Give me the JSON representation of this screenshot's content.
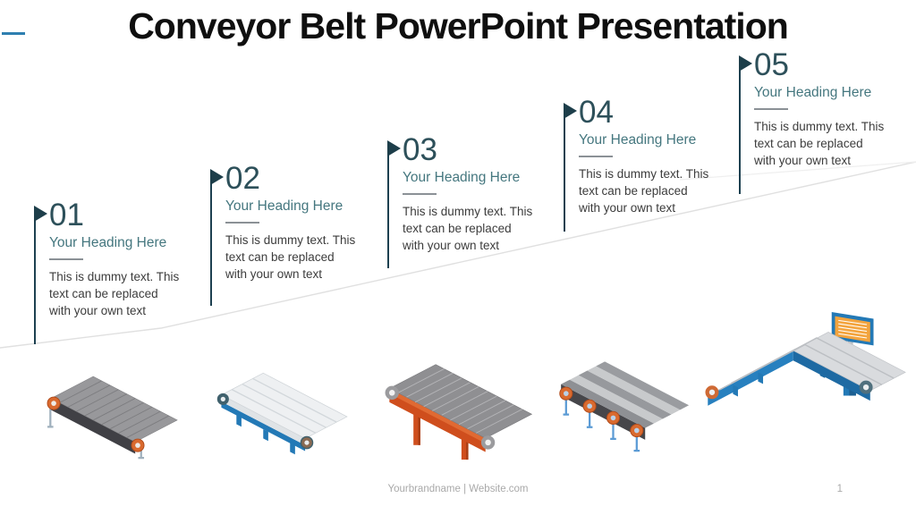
{
  "slide": {
    "title": "Conveyor Belt PowerPoint Presentation",
    "footer_brand": "Yourbrandname | Website.com",
    "page_number": "1"
  },
  "steps": [
    {
      "number": "01",
      "heading": "Your Heading Here",
      "body": "This is dummy text. This\ntext can be replaced\nwith your own text",
      "illustration": "flat-belt-conveyor-gray-orange-rollers"
    },
    {
      "number": "02",
      "heading": "Your Heading Here",
      "body": "This is dummy text. This\ntext can be replaced\nwith your own text",
      "illustration": "ribbed-belt-conveyor-white-blue-frame"
    },
    {
      "number": "03",
      "heading": "Your Heading Here",
      "body": "This is dummy text. This\ntext can be replaced\nwith your own text",
      "illustration": "belt-conveyor-gray-orange-frame"
    },
    {
      "number": "04",
      "heading": "Your Heading Here",
      "body": "This is dummy text. This\ntext can be replaced\nwith your own text",
      "illustration": "striped-belt-conveyor-orange-rollers-blue-legs"
    },
    {
      "number": "05",
      "heading": "Your Heading Here",
      "body": "This is dummy text. This\ntext can be replaced\nwith your own text",
      "illustration": "corner-conveyor-blue-frame-with-display-sign"
    }
  ],
  "colors": {
    "accent_dash": "#2e7fb0",
    "title_text": "#0f0f0f",
    "step_number": "#2d505a",
    "step_heading": "#45777f",
    "step_marker": "#1d3e4a",
    "body_text": "#3c3c3c",
    "footer_text": "#a9a9a9",
    "conveyor_orange": "#cf4e1d",
    "conveyor_blue": "#2379b6",
    "conveyor_gray": "#97999d"
  }
}
